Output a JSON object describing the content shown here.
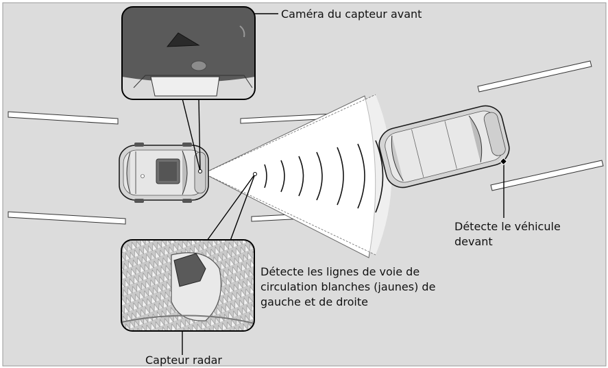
{
  "colors": {
    "background": "#dcdcdc",
    "lane_marking": "#ffffff",
    "sensor_beam": "#ffffff",
    "car_body": "#d4d4d4",
    "outline": "#1a1a1a",
    "leader_line": "#000000",
    "camera_inset_top": "#5a5a5a",
    "radar_inset": "#bdbdbd"
  },
  "labels": {
    "front_camera": "Caméra du capteur avant",
    "lane_lines": [
      "Détecte les lignes de voie de",
      "circulation blanches (jaunes) de",
      "gauche et de droite"
    ],
    "vehicle_ahead": [
      "Détecte le véhicule",
      "devant"
    ],
    "radar": "Capteur radar"
  },
  "icons": {
    "camera_inset": "windshield-camera-closeup",
    "radar_inset": "front-grille-radar-closeup",
    "own_car": "car-top-view-icon",
    "lead_car": "car-top-view-icon",
    "radar_waves": "radar-wave-arcs"
  }
}
